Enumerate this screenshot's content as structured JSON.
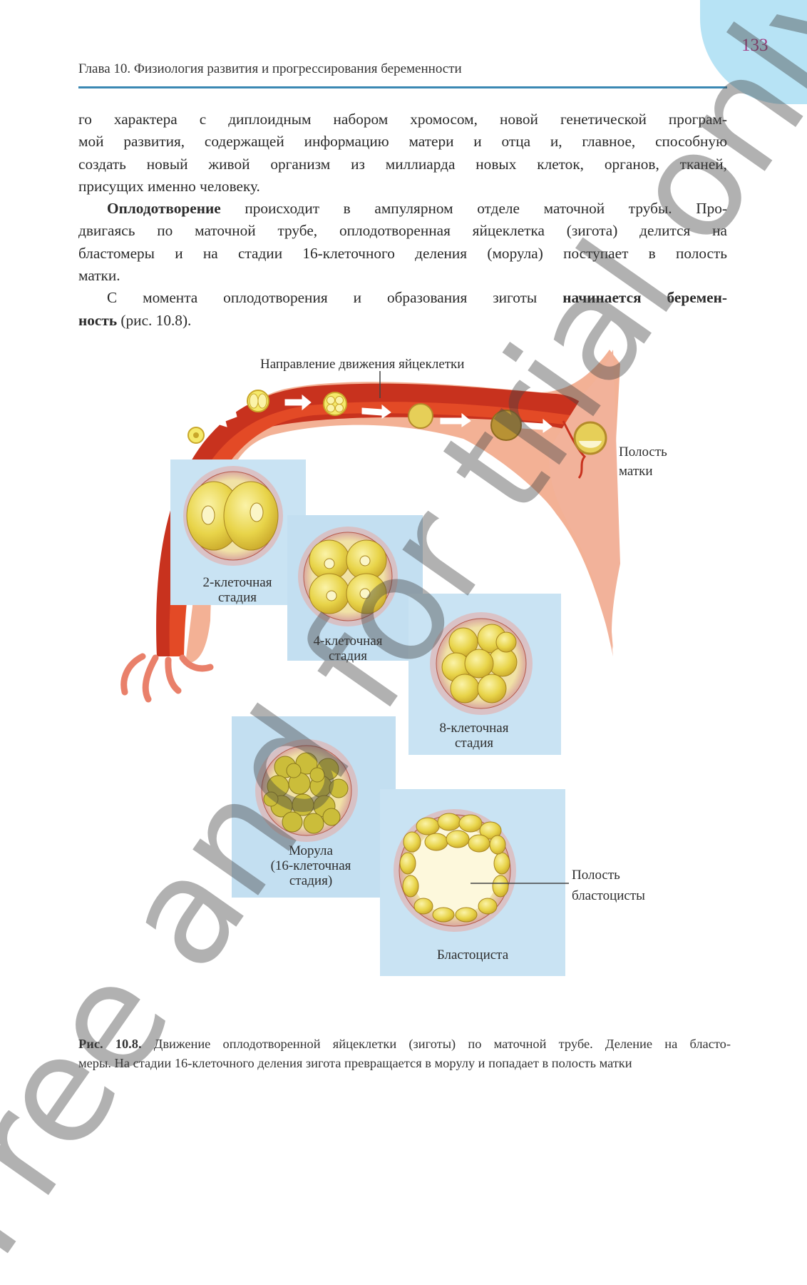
{
  "header": {
    "page_number": "133",
    "running_title": "Глава 10. Физиология развития и прогрессирования беременности"
  },
  "body": {
    "p1_lines": [
      "го характера с диплоидным набором хромосом, новой генетической програм-",
      "мой развития, содержащей информацию матери и отца и, главное, способную",
      "создать новый живой организм из миллиарда новых клеток, органов, тканей,",
      "присущих именно человеку."
    ],
    "p2_bold": "Оплодотворение",
    "p2_line1_rest": " происходит в ампулярном отделе маточной трубы. Про-",
    "p2_lines": [
      "двигаясь по маточной трубе, оплодотворенная яйцеклетка (зигота) делится на",
      "бластомеры и на стадии 16-клеточного деления (морула) поступает в полость",
      "матки."
    ],
    "p3_line1_start": "С момента оплодотворения и образования зиготы ",
    "p3_bold1": "начинается беремен-",
    "p3_bold2": "ность",
    "p3_line2_rest": " (рис. 10.8)."
  },
  "figure": {
    "label_direction": "Направление движения яйцеклетки",
    "label_uterus": [
      "Полость",
      "матки"
    ],
    "label_stage2": [
      "2-клеточная",
      "стадия"
    ],
    "label_stage4": [
      "4-клеточная",
      "стадия"
    ],
    "label_stage8": [
      "8-клеточная",
      "стадия"
    ],
    "label_morula": [
      "Морула",
      "(16-клеточная",
      "стадия)"
    ],
    "label_blast_cavity": [
      "Полость",
      "бластоцисты"
    ],
    "label_blastocyst": "Бластоциста"
  },
  "caption": {
    "prefix": "Рис. 10.8.",
    "line1_rest": " Движение оплодотворенной яйцеклетки (зиготы) по маточной трубе. Деление на бласто-",
    "line2": "меры. На стадии 16-клеточного деления зигота превращается в морулу и попадает в полость матки"
  },
  "watermark": "Free and for trial only",
  "colors": {
    "accent_rule": "#3a88b3",
    "page_number": "#a3387f",
    "corner_tab": "#b7e3f5",
    "tube": "#c8321e",
    "panel": "#c9e3f3",
    "cell": "#e8d449"
  }
}
